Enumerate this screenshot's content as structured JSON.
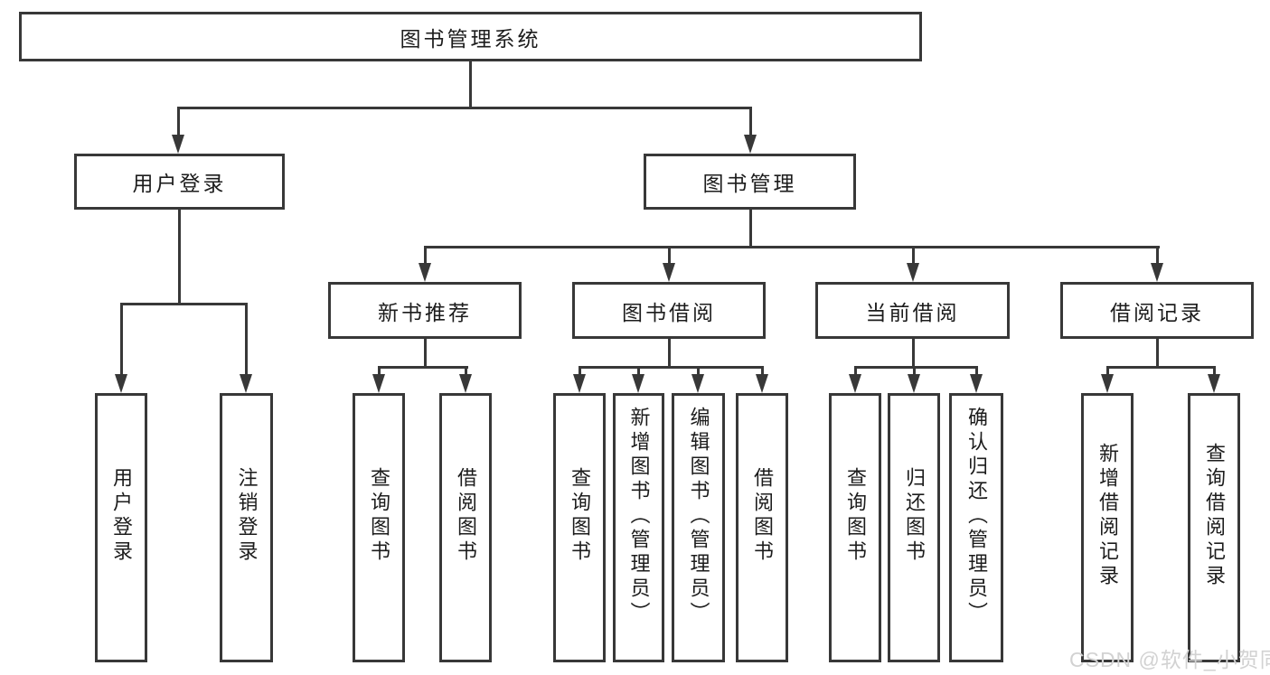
{
  "tree": {
    "label": "图书管理系统",
    "children": [
      {
        "label": "用户登录",
        "children": [
          {
            "label": "用户登录"
          },
          {
            "label": "注销登录"
          }
        ]
      },
      {
        "label": "图书管理",
        "children": [
          {
            "label": "新书推荐",
            "children": [
              {
                "label": "查询图书"
              },
              {
                "label": "借阅图书"
              }
            ]
          },
          {
            "label": "图书借阅",
            "children": [
              {
                "label": "查询图书"
              },
              {
                "label": "新增图书（管理员）"
              },
              {
                "label": "编辑图书（管理员）"
              },
              {
                "label": "借阅图书"
              }
            ]
          },
          {
            "label": "当前借阅",
            "children": [
              {
                "label": "查询图书"
              },
              {
                "label": "归还图书"
              },
              {
                "label": "确认归还（管理员）"
              }
            ]
          },
          {
            "label": "借阅记录",
            "children": [
              {
                "label": "新增借阅记录"
              },
              {
                "label": "查询借阅记录"
              }
            ]
          }
        ]
      }
    ]
  },
  "watermark": "CSDN @软件_小贺同学",
  "colors": {
    "line": "#383838",
    "text": "#1c1c1c",
    "bg": "#ffffff",
    "watermark": "#d2d2d2"
  }
}
